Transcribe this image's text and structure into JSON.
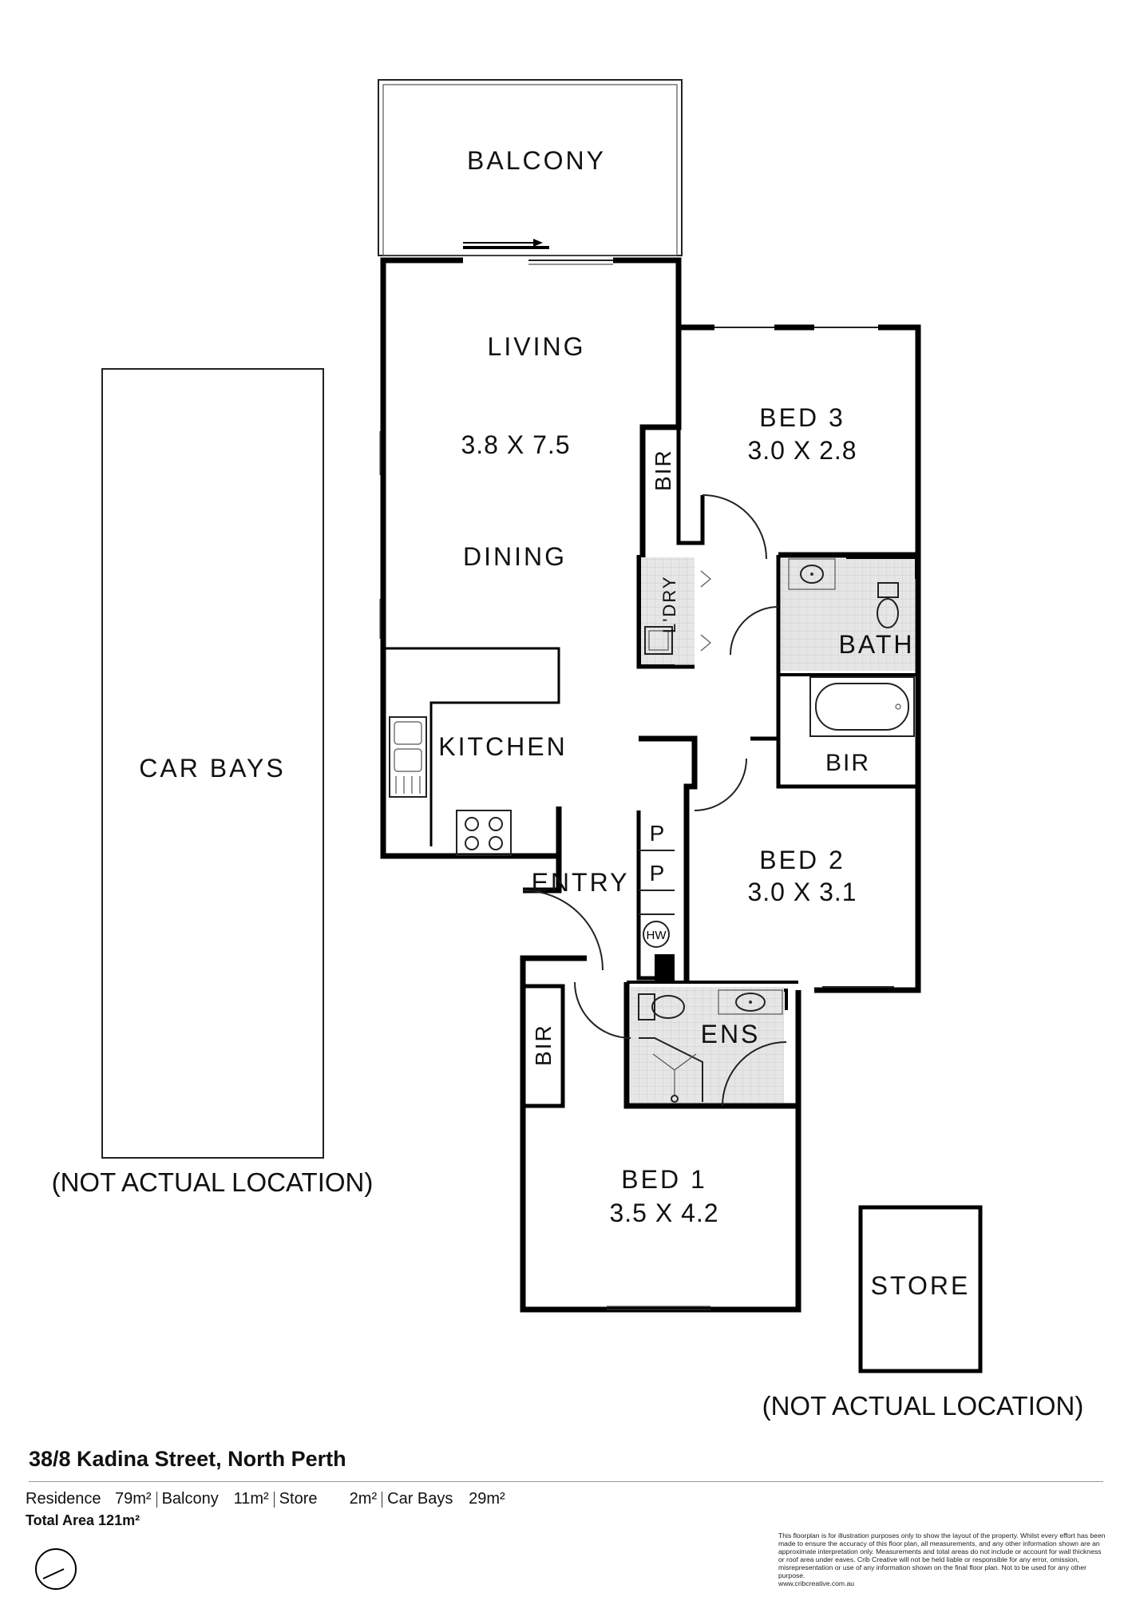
{
  "rooms": {
    "balcony": "BALCONY",
    "living": "LIVING",
    "living_dim": "3.8 X 7.5",
    "dining": "DINING",
    "kitchen": "KITCHEN",
    "bed3": "BED 3",
    "bed3_dim": "3.0 X 2.8",
    "bir_top": "BIR",
    "laundry": "L'DRY",
    "bath": "BATH",
    "bir_mid": "BIR",
    "bed2": "BED 2",
    "bed2_dim": "3.0 X 3.1",
    "pantry1": "P",
    "pantry2": "P",
    "hw": "HW",
    "entry": "ENTRY",
    "bir_bed1": "BIR",
    "ens": "ENS",
    "bed1": "BED 1",
    "bed1_dim": "3.5 X 4.2",
    "car_bays": "CAR BAYS",
    "store": "STORE"
  },
  "notes": {
    "car_bays_note": "(NOT ACTUAL LOCATION)",
    "store_note": "(NOT ACTUAL LOCATION)"
  },
  "footer": {
    "address": "38/8 Kadina Street, North Perth",
    "areas": [
      {
        "label": "Residence",
        "value": "79m²"
      },
      {
        "label": "Balcony",
        "value": "11m²"
      },
      {
        "label": "Store",
        "value": "2m²"
      },
      {
        "label": "Car Bays",
        "value": "29m²"
      }
    ],
    "total_label": "Total Area",
    "total_value": "121m²",
    "disclaimer": "This floorplan is for illustration purposes only to show the layout of the property. Whilst every effort has been made to ensure the accuracy of this floor plan, all measurements, and any other information shown are an approximate interpretation only. Measurements and total areas do not include or account for wall thickness or roof area under eaves. Crib Creative will not be held liable or responsible for any error, omission, misrepresentation or use of any information shown on the final floor plan. Not to be used for any other purpose.",
    "website": "www.cribcreative.com.au"
  },
  "icons": [
    "compass-icon",
    "sink-icon",
    "cooktop-icon",
    "toilet-icon",
    "basin-icon",
    "bathtub-icon",
    "shower-icon",
    "washing-machine-icon",
    "door-swing-icon",
    "sliding-door-arrow-icon"
  ]
}
